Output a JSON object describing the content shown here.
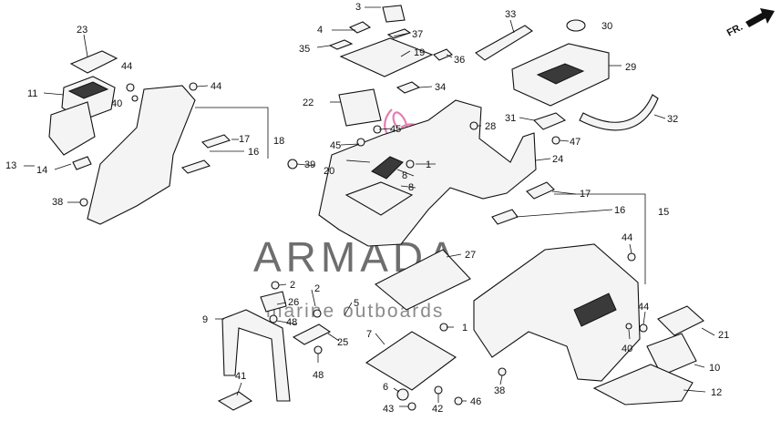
{
  "watermark": {
    "title": "ARMADA",
    "subtitle": "marine outboards"
  },
  "direction_label": "FR.",
  "callouts": {
    "c1a": "1",
    "c1b": "1",
    "c2a": "2",
    "c2b": "2",
    "c3": "3",
    "c4": "4",
    "c5": "5",
    "c6": "6",
    "c7": "7",
    "c8a": "8",
    "c8b": "8",
    "c9": "9",
    "c10": "10",
    "c11": "11",
    "c12": "12",
    "c13": "13",
    "c14": "14",
    "c15": "15",
    "c16a": "16",
    "c16b": "16",
    "c17a": "17",
    "c17b": "17",
    "c18": "18",
    "c19": "19",
    "c20": "20",
    "c21": "21",
    "c22": "22",
    "c23": "23",
    "c24": "24",
    "c25": "25",
    "c26": "26",
    "c27": "27",
    "c28": "28",
    "c29": "29",
    "c30": "30",
    "c31": "31",
    "c32": "32",
    "c33": "33",
    "c34": "34",
    "c35": "35",
    "c36": "36",
    "c37": "37",
    "c38a": "38",
    "c38b": "38",
    "c39": "39",
    "c40a": "40",
    "c40b": "40",
    "c41": "41",
    "c42": "42",
    "c43": "43",
    "c44a": "44",
    "c44b": "44",
    "c44c": "44",
    "c44d": "44",
    "c45a": "45",
    "c45b": "45",
    "c46": "46",
    "c47": "47",
    "c48a": "48",
    "c48b": "48"
  }
}
